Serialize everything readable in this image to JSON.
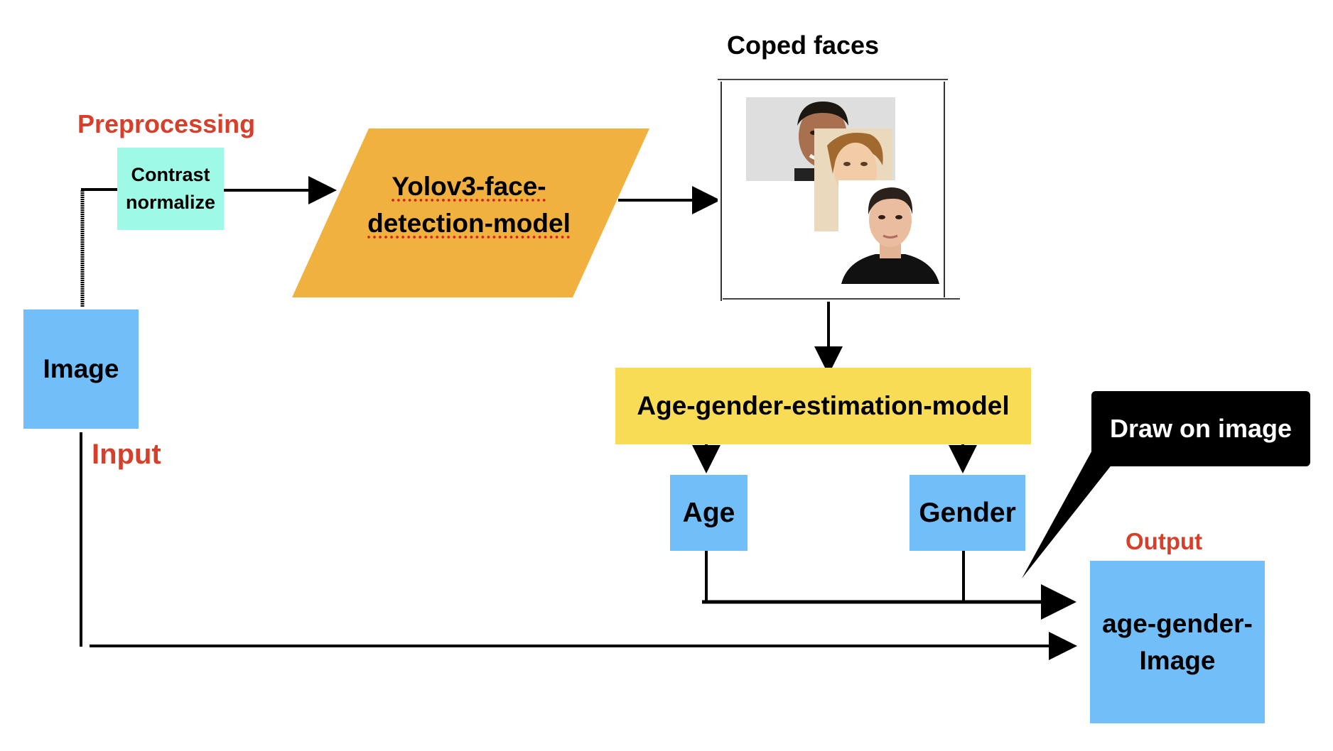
{
  "labels": {
    "preprocessing": "Preprocessing",
    "input": "Input",
    "output": "Output",
    "cropped_faces": "Coped faces"
  },
  "nodes": {
    "contrast_line1": "Contrast",
    "contrast_line2": "normalize",
    "image": "Image",
    "yolo_line1": "Yolov3-face-",
    "yolo_line2": "detection-model",
    "age_gender_model": "Age-gender-estimation-model",
    "age": "Age",
    "gender": "Gender",
    "output_line1": "age-gender-",
    "output_line2": "Image"
  },
  "callout": {
    "text": "Draw on image"
  },
  "colors": {
    "accent_red": "#d6402a",
    "contrast_box": "#9ef9e6",
    "yolo_parallelogram": "#f0b13f",
    "estimation_box": "#f8dc55",
    "node_blue": "#72bef8",
    "callout_bg": "#000000"
  },
  "icons": [
    "face-photo-man-1",
    "face-photo-woman",
    "face-photo-man-2"
  ]
}
